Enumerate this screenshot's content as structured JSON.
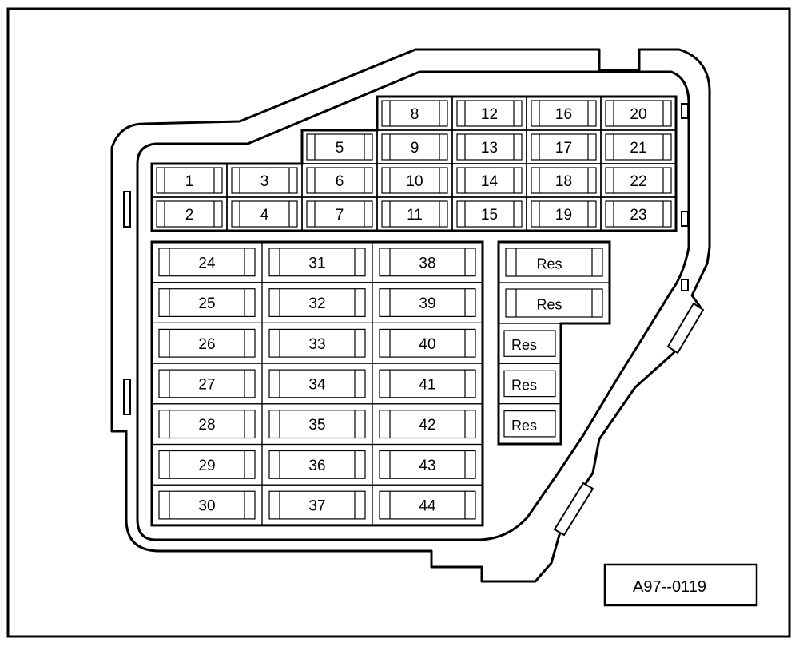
{
  "diagram": {
    "reference_code": "A97--0119",
    "colors": {
      "line": "#000000",
      "background": "#ffffff"
    },
    "upper_fuses": [
      "1",
      "2",
      "3",
      "4",
      "5",
      "6",
      "7",
      "8",
      "9",
      "10",
      "11",
      "12",
      "13",
      "14",
      "15",
      "16",
      "17",
      "18",
      "19",
      "20",
      "21",
      "22",
      "23"
    ],
    "lower_fuses": [
      "24",
      "25",
      "26",
      "27",
      "28",
      "29",
      "30",
      "31",
      "32",
      "33",
      "34",
      "35",
      "36",
      "37",
      "38",
      "39",
      "40",
      "41",
      "42",
      "43",
      "44"
    ],
    "reserve_slots": [
      "Res",
      "Res",
      "Res",
      "Res",
      "Res"
    ]
  }
}
